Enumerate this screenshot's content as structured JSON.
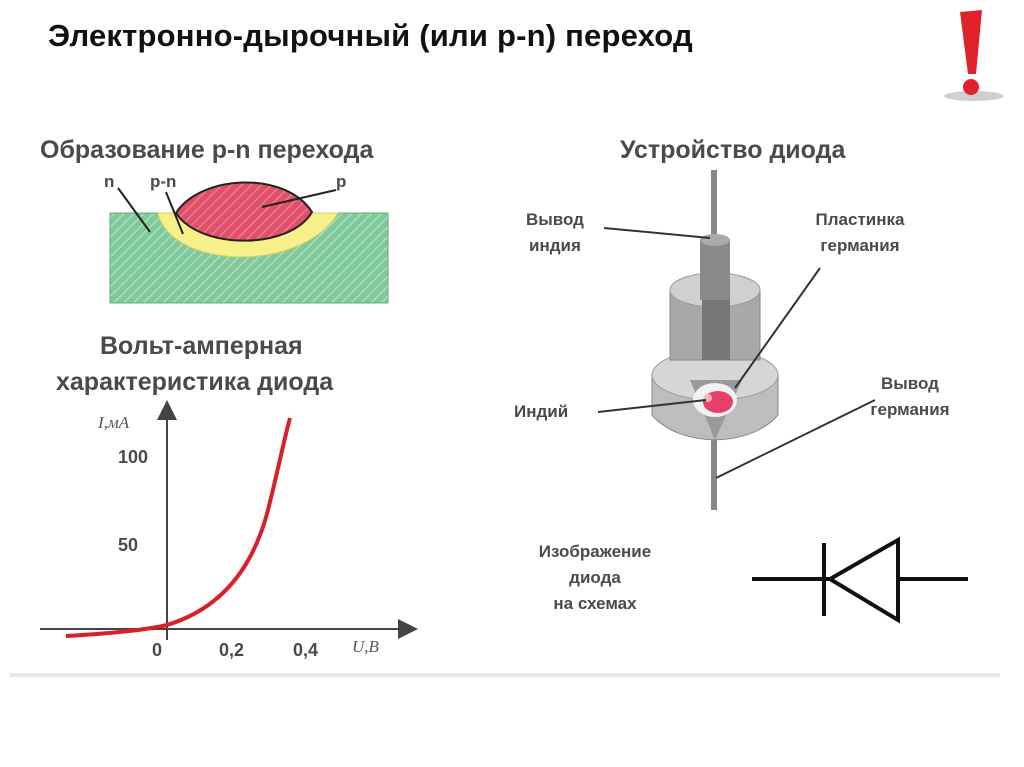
{
  "title": "Электронно-дырочный (или p-n) переход",
  "icon_alert": "exclamation-icon",
  "pn_formation": {
    "heading": "Образование p-n перехода",
    "label_n": "n",
    "label_pn": "p-n",
    "label_p": "p",
    "colors": {
      "n_region": "#7fc99a",
      "transition": "#f7ef8a",
      "p_region": "#e0506a"
    }
  },
  "iv": {
    "heading_line1": "Вольт-амперная",
    "heading_line2": "характеристика диода",
    "y_axis_label": "I,мА",
    "x_axis_label": "U,B",
    "y_ticks": [
      "100",
      "50"
    ],
    "x_ticks": [
      "0",
      "0,2",
      "0,4"
    ],
    "curve_color": "#d8202a"
  },
  "diode": {
    "heading": "Устройство диода",
    "label_indium_lead_1": "Вывод",
    "label_indium_lead_2": "индия",
    "label_germanium_plate_1": "Пластинка",
    "label_germanium_plate_2": "германия",
    "label_indium": "Индий",
    "label_germanium_lead_1": "Вывод",
    "label_germanium_lead_2": "германия"
  },
  "symbol": {
    "caption_1": "Изображение",
    "caption_2": "диода",
    "caption_3": "на схемах"
  }
}
